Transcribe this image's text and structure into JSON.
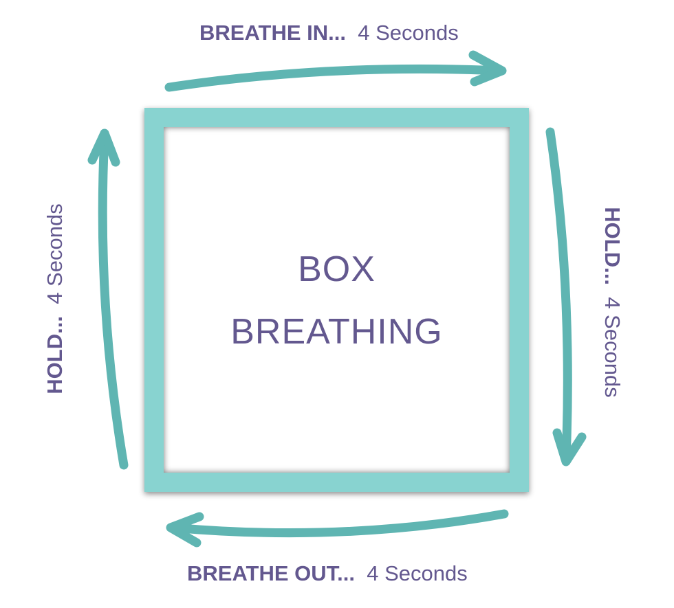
{
  "diagram": {
    "title_line1": "BOX",
    "title_line2": "BREATHING",
    "steps": {
      "top": {
        "action": "BREATHE IN...",
        "duration": "4 Seconds"
      },
      "right": {
        "action": "HOLD...",
        "duration": "4 Seconds"
      },
      "bottom": {
        "action": "BREATHE OUT...",
        "duration": "4 Seconds"
      },
      "left": {
        "action": "HOLD...",
        "duration": "4 Seconds"
      }
    },
    "colors": {
      "text": "#63588f",
      "arrow": "#5fb5b2",
      "frame": "#88d3d0"
    }
  }
}
